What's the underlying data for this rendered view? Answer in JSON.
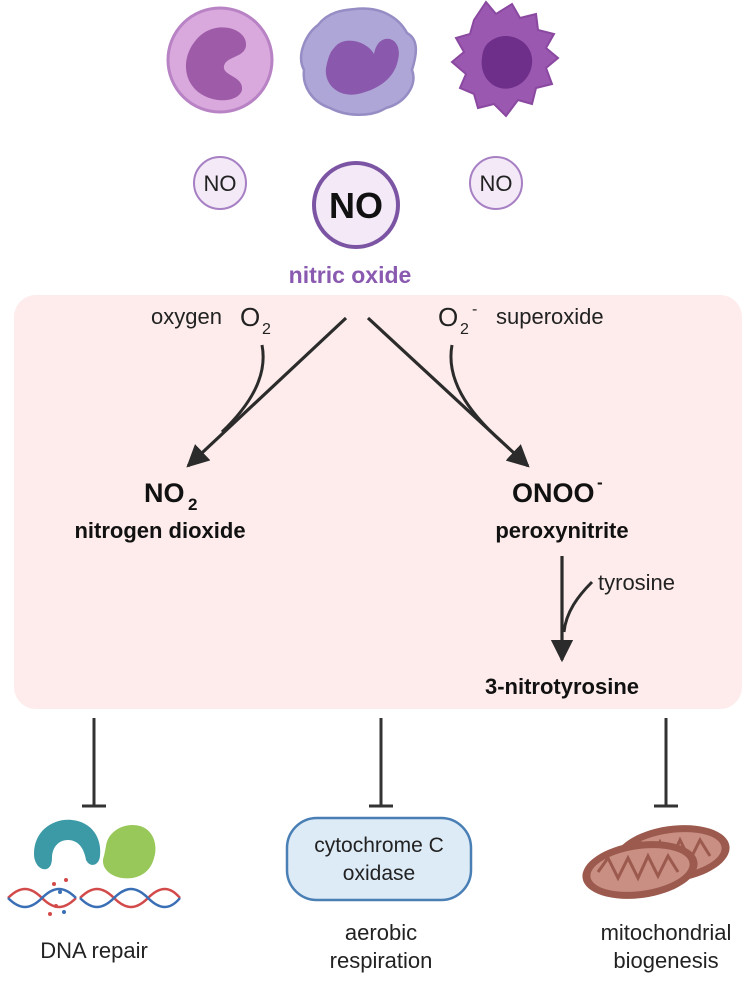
{
  "cells": {
    "small_no_left": "NO",
    "big_no": "NO",
    "small_no_right": "NO",
    "nitric_oxide_label": "nitric oxide"
  },
  "reactions": {
    "oxygen_label": "oxygen",
    "o2_base": "O",
    "o2_sub": "2",
    "superoxide_base": "O",
    "superoxide_sub": "2",
    "superoxide_sup": "-",
    "superoxide_label": "superoxide",
    "no2_base": "NO",
    "no2_sub": "2",
    "no2_name": "nitrogen dioxide",
    "onoo_base": "ONOO",
    "onoo_sup": "-",
    "onoo_name": "peroxynitrite",
    "tyrosine_label": "tyrosine",
    "nitrotyrosine_label": "3-nitrotyrosine"
  },
  "targets": {
    "dna_repair": "DNA repair",
    "cytochrome_line1": "cytochrome C",
    "cytochrome_line2": "oxidase",
    "aerobic_line1": "aerobic",
    "aerobic_line2": "respiration",
    "mito_line1": "mitochondrial",
    "mito_line2": "biogenesis"
  },
  "colors": {
    "reaction_bg": "#fdeceb",
    "no_purple": "#8a5ab0",
    "cell_light_purple": "#d9a8dc",
    "cell_blue_purple": "#aea6d6",
    "cell_dark_purple": "#9a58b0",
    "arrow": "#2b2b2b",
    "cyto_fill": "#ddebf7",
    "cyto_border": "#4a7fb5",
    "mito_brown": "#9b5a4d"
  }
}
